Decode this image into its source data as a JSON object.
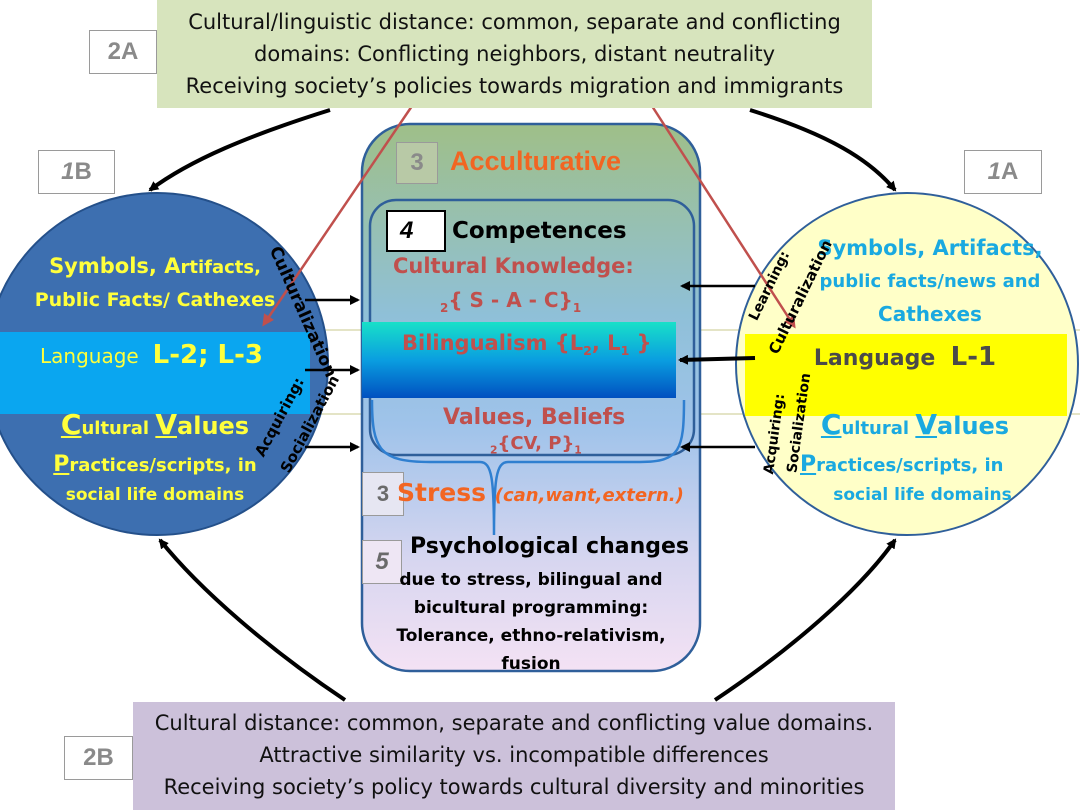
{
  "top_banner": {
    "line1": "Cultural/linguistic distance: common, separate and conflicting",
    "line2": "domains: Conflicting neighbors, distant neutrality",
    "line3": "Receiving society’s policies towards migration and immigrants"
  },
  "bottom_banner": {
    "line1": "Cultural distance: common, separate and conflicting value domains.",
    "line2": "Attractive similarity vs. incompatible differences",
    "line3": "Receiving  society’s policy towards cultural diversity and minorities"
  },
  "tags": {
    "t2A": {
      "num": "2",
      "letter": "A"
    },
    "t2B": {
      "num": "2",
      "letter": "B"
    },
    "t1B": {
      "num": "1",
      "letter": "B"
    },
    "t1A": {
      "num": "1",
      "letter": "A"
    },
    "t3a": "3",
    "t3b": "3",
    "t4": "4",
    "t5": "5"
  },
  "left_circle": {
    "symbols_1": "Symbols",
    "symbols_sep": ", A",
    "symbols_2": "rtifacts,",
    "public_line": "Public Facts/ Cathexes",
    "language": "Language",
    "language_code": "L-2; L-3",
    "values_c": "C",
    "values_ultural": "ultural ",
    "values_v": "V",
    "values_alues": "alues",
    "practices_p": "P",
    "practices_rest": "ractices/scripts, in",
    "practices_line2": "social life domains",
    "rot_upper": "Culturalization",
    "rot_lower_1": "Acquiring:",
    "rot_lower_2": "Socialization"
  },
  "right_circle": {
    "symbols_line1": "Symbols, Artifacts,",
    "symbols_line2": "public facts/news and",
    "symbols_line3": "Cathexes",
    "language": "Language",
    "language_code": "L-1",
    "values_c": "C",
    "values_ultural": "ultural ",
    "values_v": "V",
    "values_alues": "alues",
    "practices_p": "P",
    "practices_rest": "ractices/scripts, in",
    "practices_line2": "social life domains",
    "rot_upper_1": "Learning:",
    "rot_upper_2": "Culturalization",
    "rot_lower_1": "Acquiring:",
    "rot_lower_2": "Socialization"
  },
  "center": {
    "acculturative": "Acculturative",
    "competences": "Competences",
    "cultural_knowledge": "Cultural Knowledge",
    "ck_colon": ":",
    "ck_formula_pre": "2",
    "ck_formula": "{ S  - A  - C}",
    "ck_formula_post": "1",
    "bilingualism": "Bilingualism {L",
    "bil_sub2": "2",
    "bil_mid": ", L",
    "bil_sub1": "1",
    "bil_end": " }",
    "values_beliefs": "Values, Beliefs",
    "vb_formula_pre": "2",
    "vb_formula": "{CV, P}",
    "vb_formula_post": "1",
    "stress": "Stress",
    "stress_paren": "(can,want,extern.)",
    "psych": "Psychological changes",
    "psych_l1": "due to stress, bilingual and",
    "psych_l2": "bicultural programming:",
    "psych_l3": "Tolerance, ethno-relativism,",
    "psych_l4": "fusion"
  },
  "colors": {
    "left_circle": "#3d6fb0",
    "right_circle": "#ffffc8",
    "language_band_left": "#0aa6f0",
    "language_band_right": "#ffff00",
    "top_banner": "#d7e4bd",
    "bottom_banner": "#ccc1da",
    "orange": "#f26522",
    "rose": "#c0504d",
    "yellow_text": "#ffff3c",
    "cyan_text": "#1aa9e0"
  }
}
